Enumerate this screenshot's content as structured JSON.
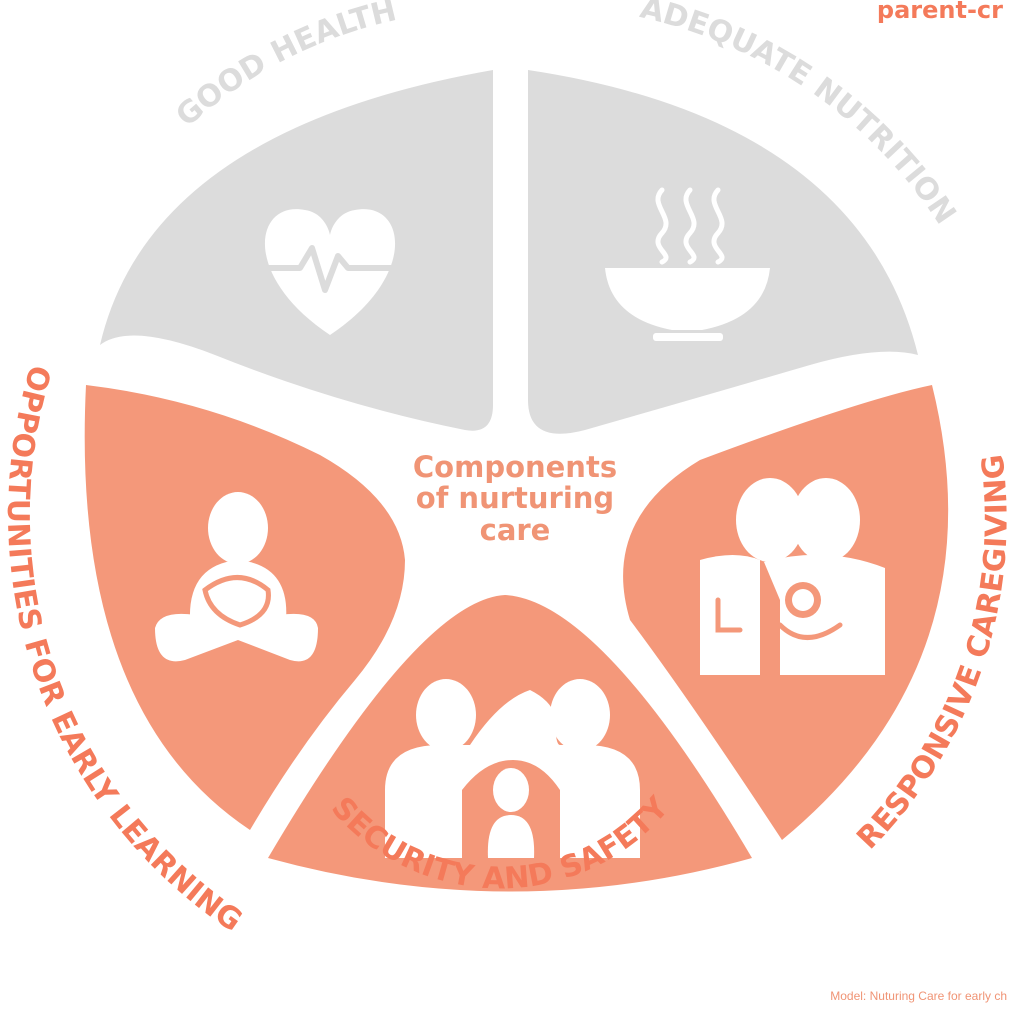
{
  "header": {
    "title": "parent-cr"
  },
  "center": {
    "lines": [
      "Components",
      "of nurturing",
      "care"
    ]
  },
  "segments": [
    {
      "label": "GOOD HEALTH",
      "icon": "heart-pulse-icon"
    },
    {
      "label": "ADEQUATE NUTRITION",
      "icon": "steaming-bowl-icon"
    },
    {
      "label": "RESPONSIVE CAREGIVING",
      "icon": "parents-holding-baby-icon"
    },
    {
      "label": "SECURITY AND SAFETY",
      "icon": "family-shelter-icon"
    },
    {
      "label": "OPPORTUNITIES FOR EARLY LEARNING",
      "icon": "child-with-baby-icon"
    }
  ],
  "footer": {
    "credit": "Model: Nuturing Care for early ch"
  },
  "colors": {
    "active_segment": "#f4987a",
    "inactive_segment": "#dcdcdc",
    "active_label": "#f47a5a",
    "inactive_label": "#dcdcdc",
    "icon": "#ffffff",
    "center_text": "#f09475"
  }
}
